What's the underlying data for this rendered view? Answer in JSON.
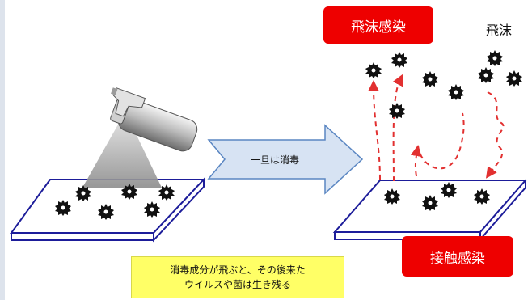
{
  "labels": {
    "droplet_infection": "飛沫感染",
    "droplets": "飛沫",
    "contact_infection": "接触感染",
    "disinfect_arrow": "一旦は消毒",
    "note_line1": "消毒成分が飛ぶと、その後来た",
    "note_line2": "ウイルスや菌は生き残る"
  },
  "colors": {
    "infection_box": "#ee0000",
    "dashed_arrow": "#e23030",
    "surface_outline": "#1d1d9a",
    "big_arrow_fill": "#d7e3f3",
    "big_arrow_stroke": "#5a86c2",
    "note_fill": "#ffff66"
  },
  "icons": {
    "spray_bottle": "spray-bottle-icon",
    "germ": "germ-icon"
  }
}
